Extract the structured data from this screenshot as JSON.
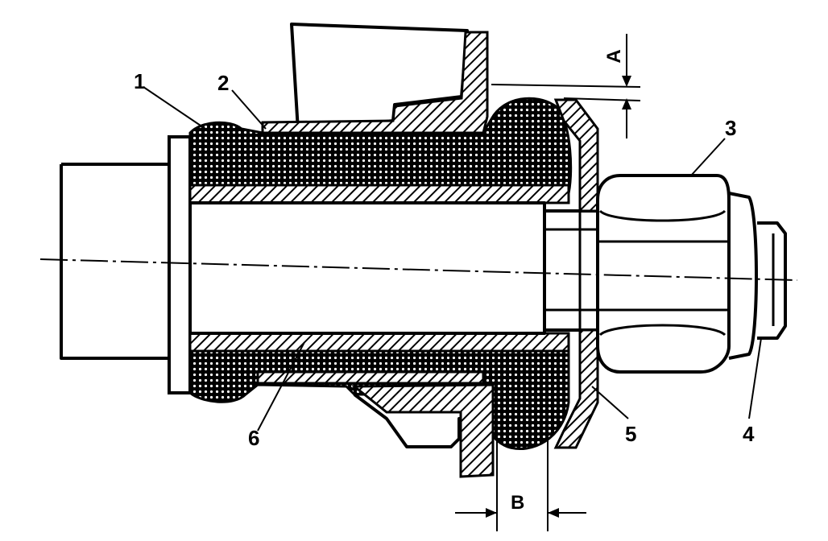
{
  "figure": {
    "labels": {
      "part_1": "1",
      "part_2": "2",
      "part_3": "3",
      "part_4": "4",
      "part_5": "5",
      "part_6": "6",
      "dim_a": "A",
      "dim_b": "B"
    },
    "colors": {
      "ink": "#000000",
      "paper": "#ffffff"
    }
  }
}
